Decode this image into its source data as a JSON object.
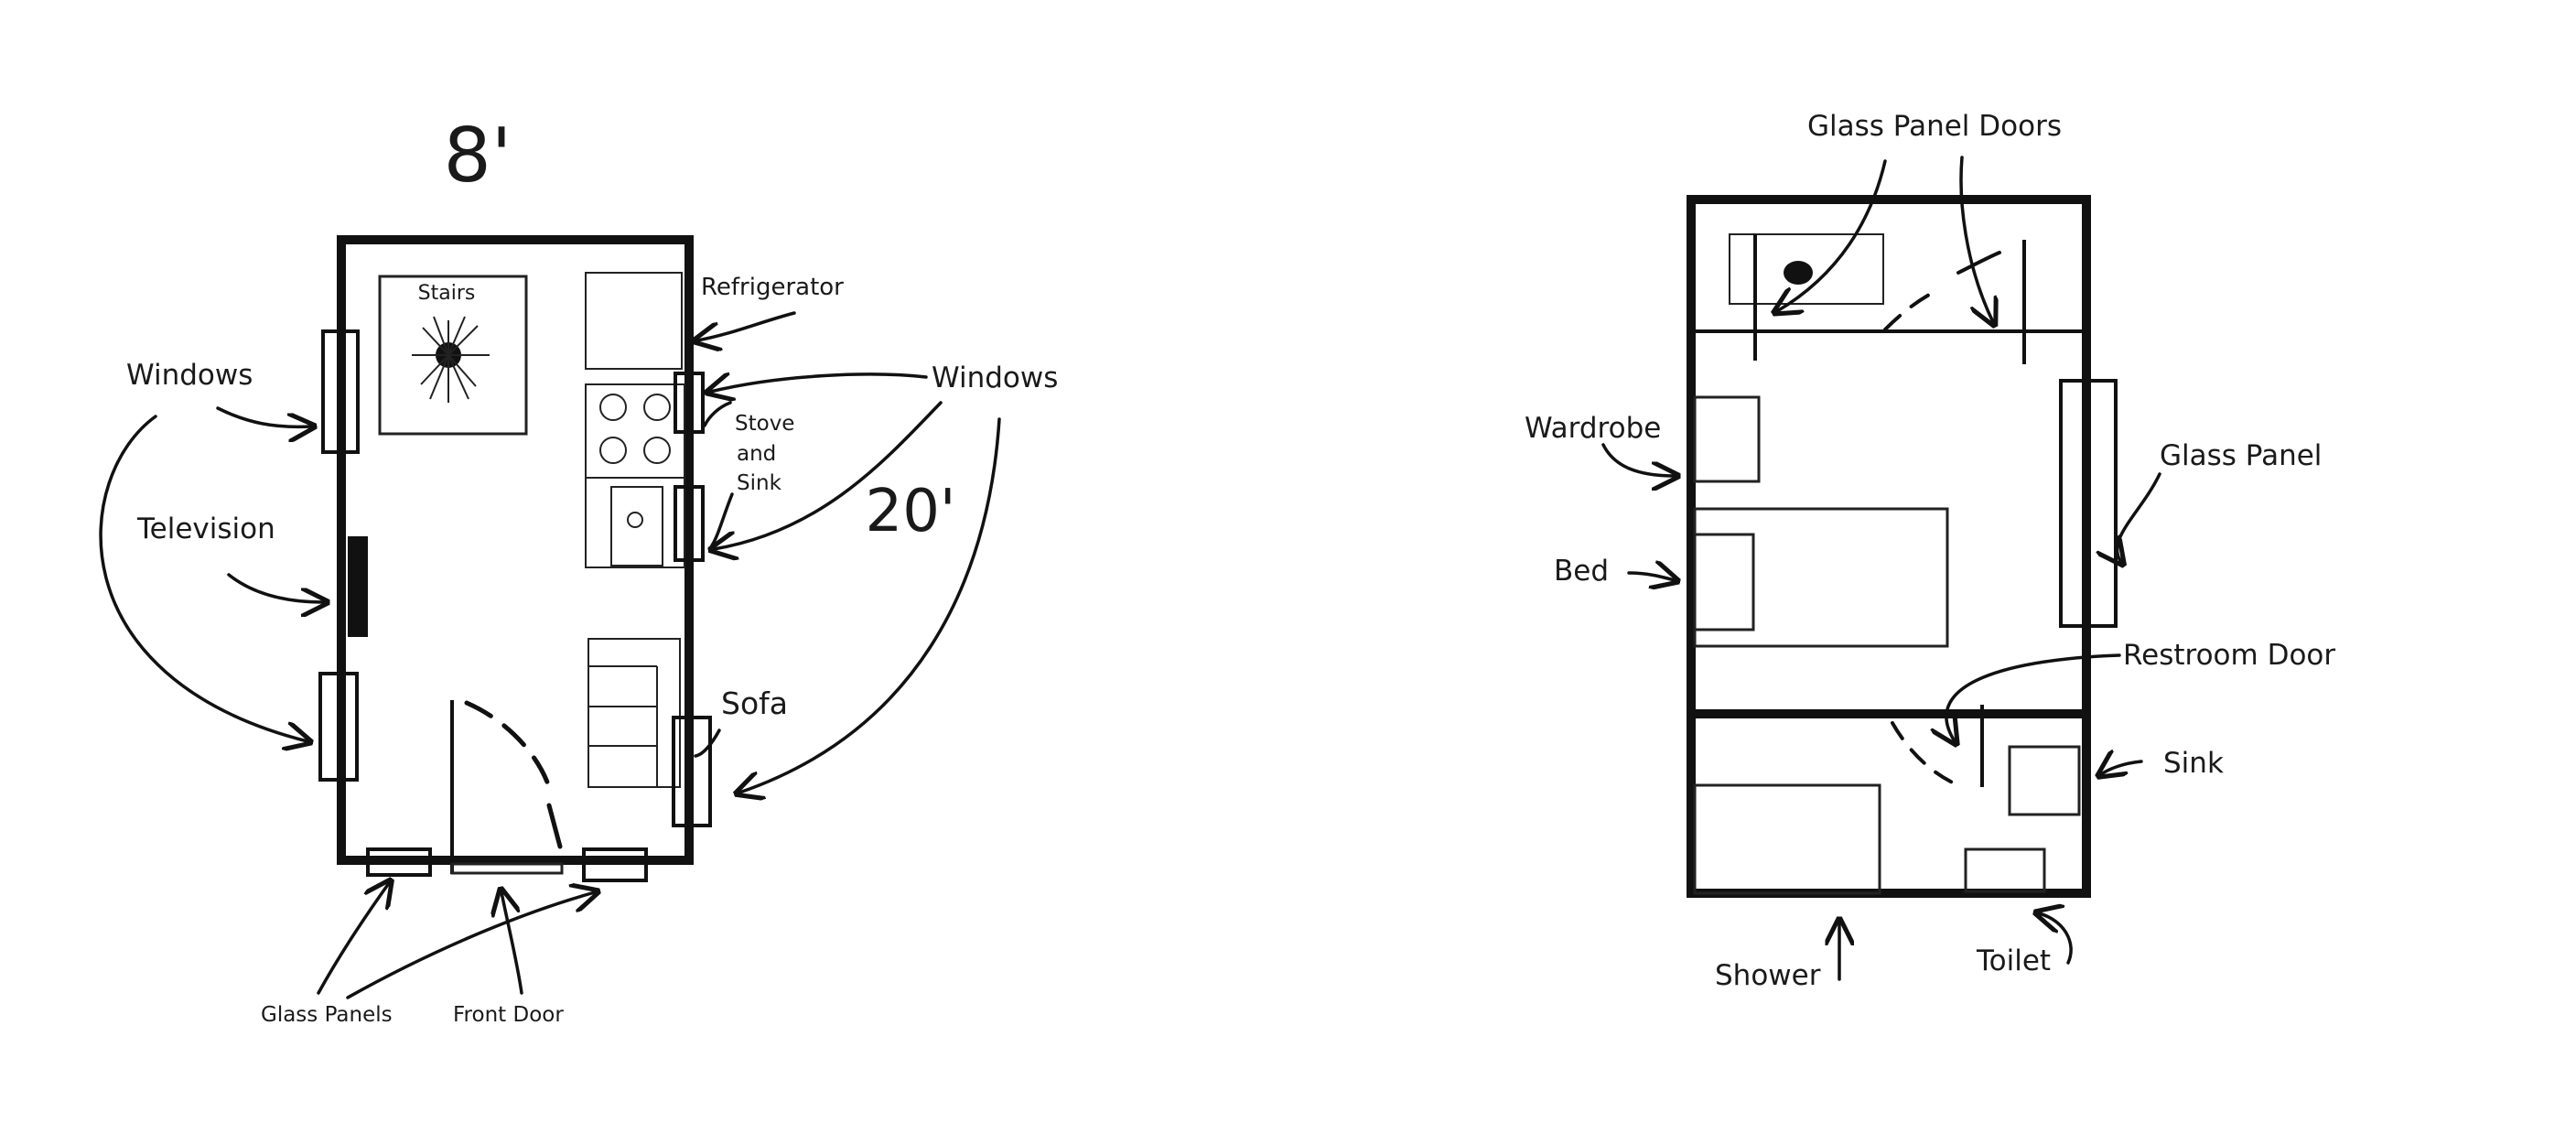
{
  "left_plan": {
    "width_label": "8'",
    "length_label": "20'",
    "labels": {
      "stairs": "Stairs",
      "refrigerator": "Refrigerator",
      "windows_left": "Windows",
      "windows_right": "Windows",
      "television": "Television",
      "stove_line1": "Stove",
      "stove_line2": "and",
      "stove_line3": "Sink",
      "sofa": "Sofa",
      "glass_panels": "Glass Panels",
      "front_door": "Front Door"
    }
  },
  "right_plan": {
    "labels": {
      "glass_panel_doors": "Glass Panel Doors",
      "wardrobe": "Wardrobe",
      "glass_panel": "Glass Panel",
      "bed": "Bed",
      "restroom_door": "Restroom Door",
      "sink": "Sink",
      "shower": "Shower",
      "toilet": "Toilet"
    }
  }
}
